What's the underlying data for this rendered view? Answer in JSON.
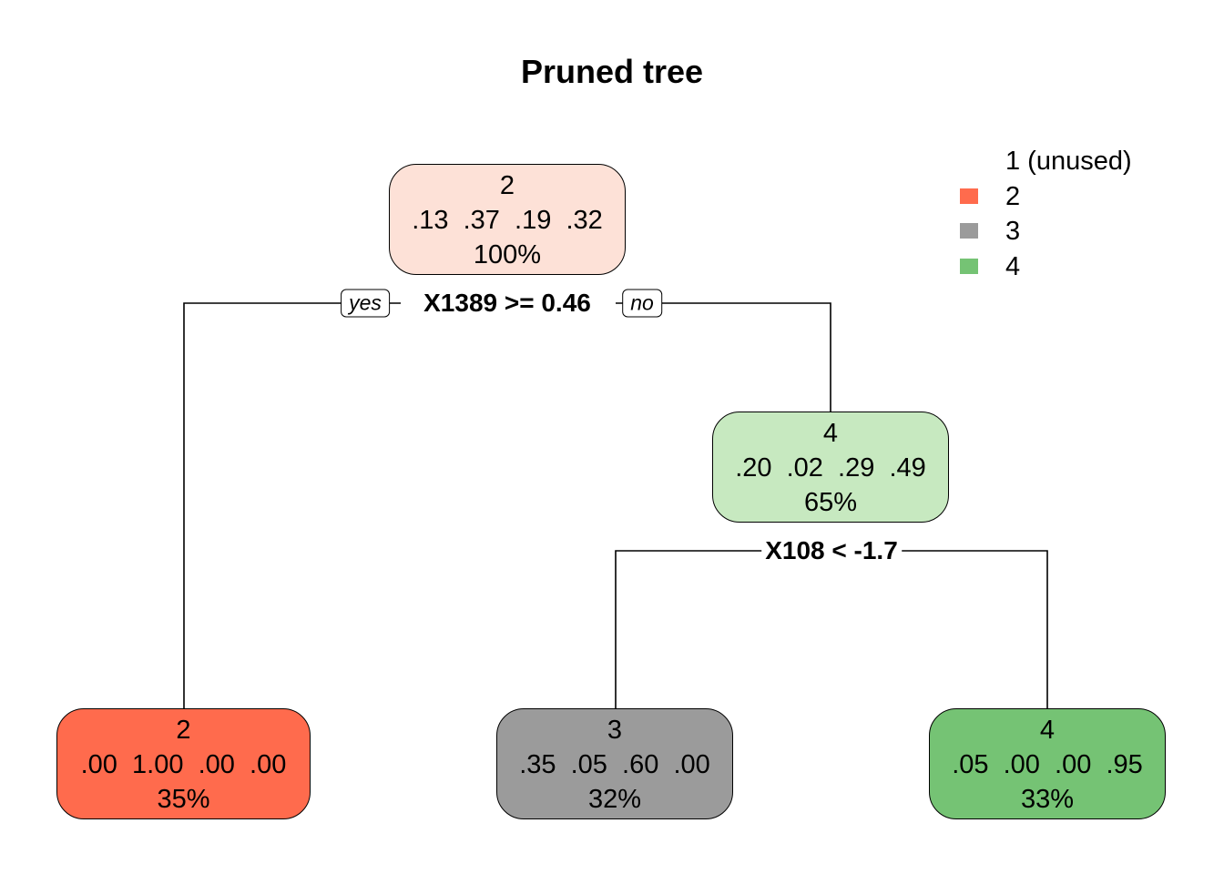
{
  "title": "Pruned tree",
  "colors": {
    "class2": "#ff6b4d",
    "class2_light": "#fde1d7",
    "class3": "#9b9b9b",
    "class4": "#75c374",
    "class4_light": "#c7e9c0"
  },
  "nodes": {
    "root": {
      "class": "2",
      "probs": ".13  .37  .19  .32",
      "pct": "100%"
    },
    "right": {
      "class": "4",
      "probs": ".20  .02  .29  .49",
      "pct": "65%"
    },
    "leaf_left": {
      "class": "2",
      "probs": ".00  1.00  .00  .00",
      "pct": "35%"
    },
    "leaf_mid": {
      "class": "3",
      "probs": ".35  .05  .60  .00",
      "pct": "32%"
    },
    "leaf_right": {
      "class": "4",
      "probs": ".05  .00  .00  .95",
      "pct": "33%"
    }
  },
  "splits": {
    "root": "X1389 >= 0.46",
    "right": "X108 < -1.7"
  },
  "branch_tags": {
    "yes": "yes",
    "no": "no"
  },
  "legend": [
    {
      "label": "1 (unused)",
      "color": ""
    },
    {
      "label": "2",
      "color": "#ff6b4d"
    },
    {
      "label": "3",
      "color": "#9b9b9b"
    },
    {
      "label": "4",
      "color": "#75c374"
    }
  ]
}
